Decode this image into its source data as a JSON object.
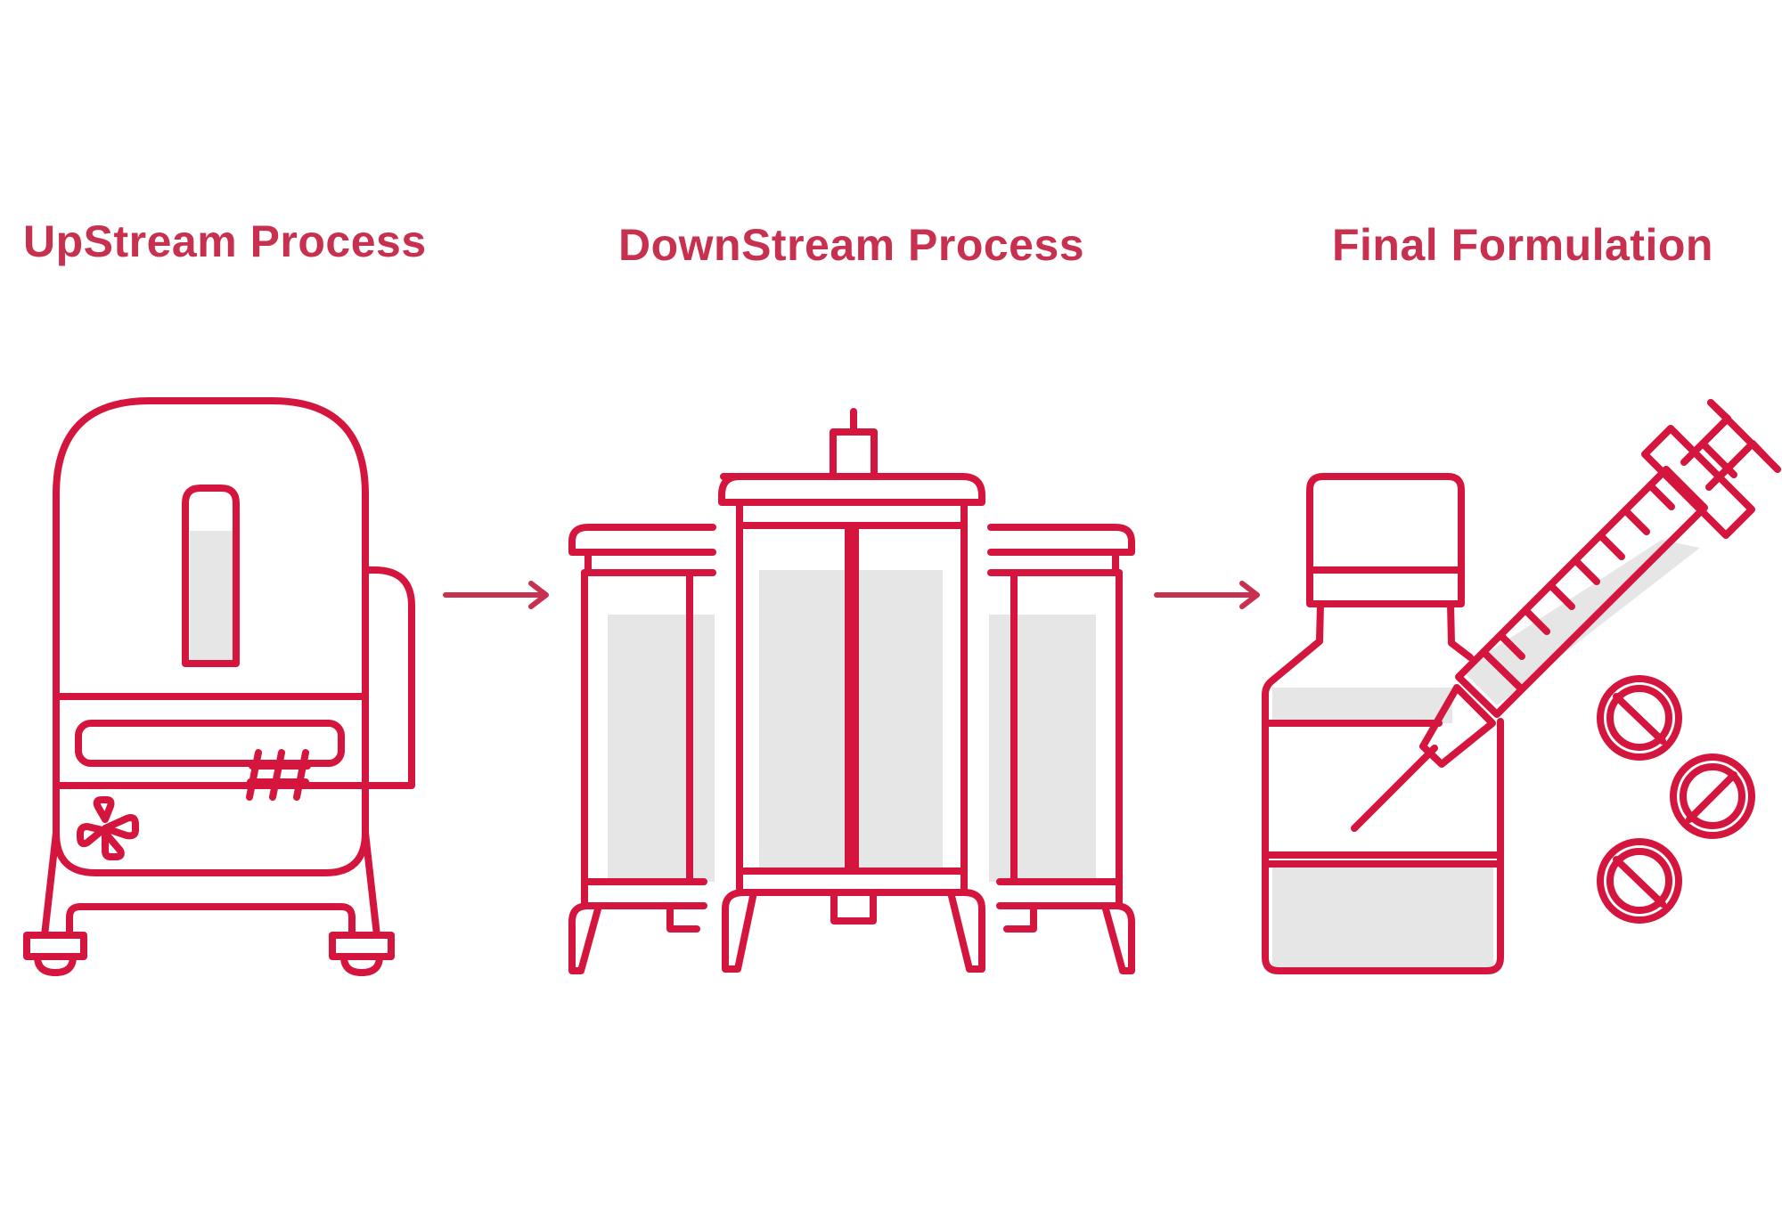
{
  "stages": [
    {
      "title": "UpStream Process",
      "icon": "bioreactor-icon"
    },
    {
      "title": "DownStream Process",
      "icon": "chromatography-columns-icon"
    },
    {
      "title": "Final Formulation",
      "icon": "vial-syringe-pills-icon"
    }
  ],
  "colors": {
    "accent": "#d4163f",
    "title": "#c8304f",
    "fill": "#e6e6e6",
    "background": "#ffffff"
  }
}
